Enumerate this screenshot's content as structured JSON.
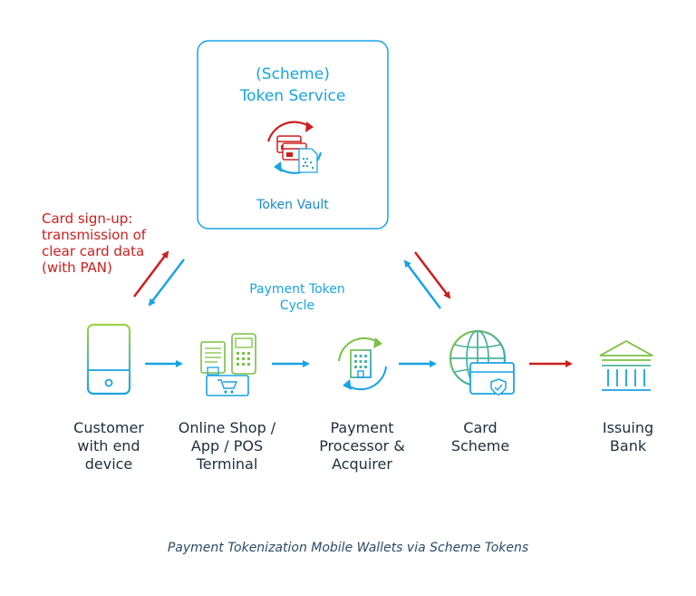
{
  "token_service": {
    "title_line1": "(Scheme)",
    "title_line2": "Token Service",
    "vault_label": "Token Vault"
  },
  "signup_note": {
    "line1": "Card sign-up:",
    "line2": "transmission of",
    "line3": "clear card data",
    "line4": "(with PAN)"
  },
  "cycle_label": {
    "line1": "Payment Token",
    "line2": "Cycle"
  },
  "nodes": [
    {
      "id": "customer",
      "icon": "smartphone-icon",
      "lines": [
        "Customer",
        "with end",
        "device"
      ]
    },
    {
      "id": "shop",
      "icon": "pos-terminal-icon",
      "lines": [
        "Online Shop /",
        "App / POS",
        "Terminal"
      ]
    },
    {
      "id": "processor",
      "icon": "processor-building-icon",
      "lines": [
        "Payment",
        "Processor &",
        "Acquirer"
      ]
    },
    {
      "id": "scheme",
      "icon": "globe-card-icon",
      "lines": [
        "Card",
        "Scheme"
      ]
    },
    {
      "id": "bank",
      "icon": "bank-building-icon",
      "lines": [
        "Issuing",
        "Bank"
      ]
    }
  ],
  "caption": "Payment Tokenization Mobile Wallets via Scheme Tokens",
  "colors": {
    "blue": "#1aa3e1",
    "red": "#cc1e1e",
    "green": "#7ac143",
    "text": "#1f2e3c"
  }
}
